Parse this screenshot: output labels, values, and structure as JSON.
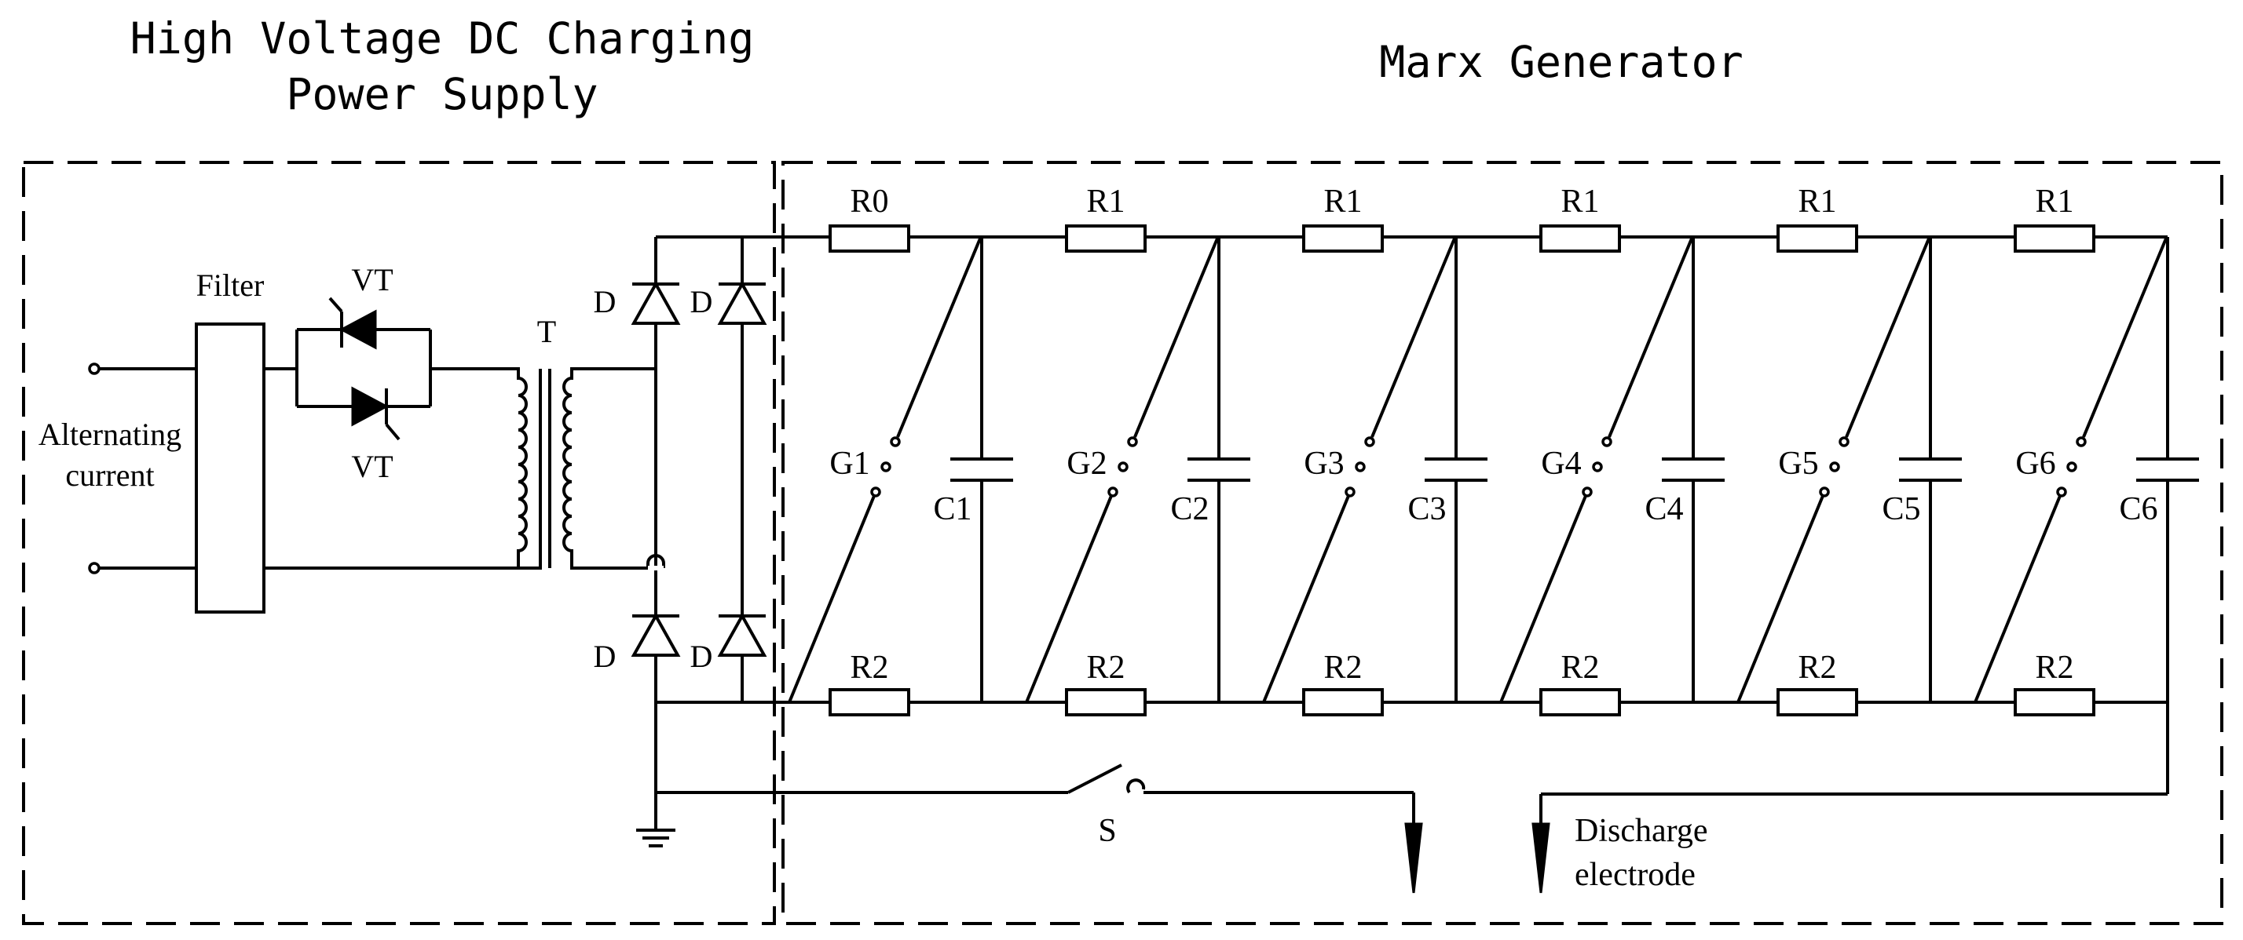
{
  "titles": {
    "left_line1": "High Voltage DC Charging",
    "left_line2": "Power Supply",
    "right": "Marx Generator"
  },
  "power_supply": {
    "input_line1": "Alternating",
    "input_line2": "current",
    "filter": "Filter",
    "thyristor": "VT",
    "transformer": "T",
    "diode": "D"
  },
  "marx": {
    "r_first": "R0",
    "r_charge": "R1",
    "r_bottom": "R2",
    "gaps": [
      "G1",
      "G2",
      "G3",
      "G4",
      "G5",
      "G6"
    ],
    "capacitors": [
      "C1",
      "C2",
      "C3",
      "C4",
      "C5",
      "C6"
    ]
  },
  "switch": "S",
  "electrode_line1": "Discharge",
  "electrode_line2": "electrode"
}
